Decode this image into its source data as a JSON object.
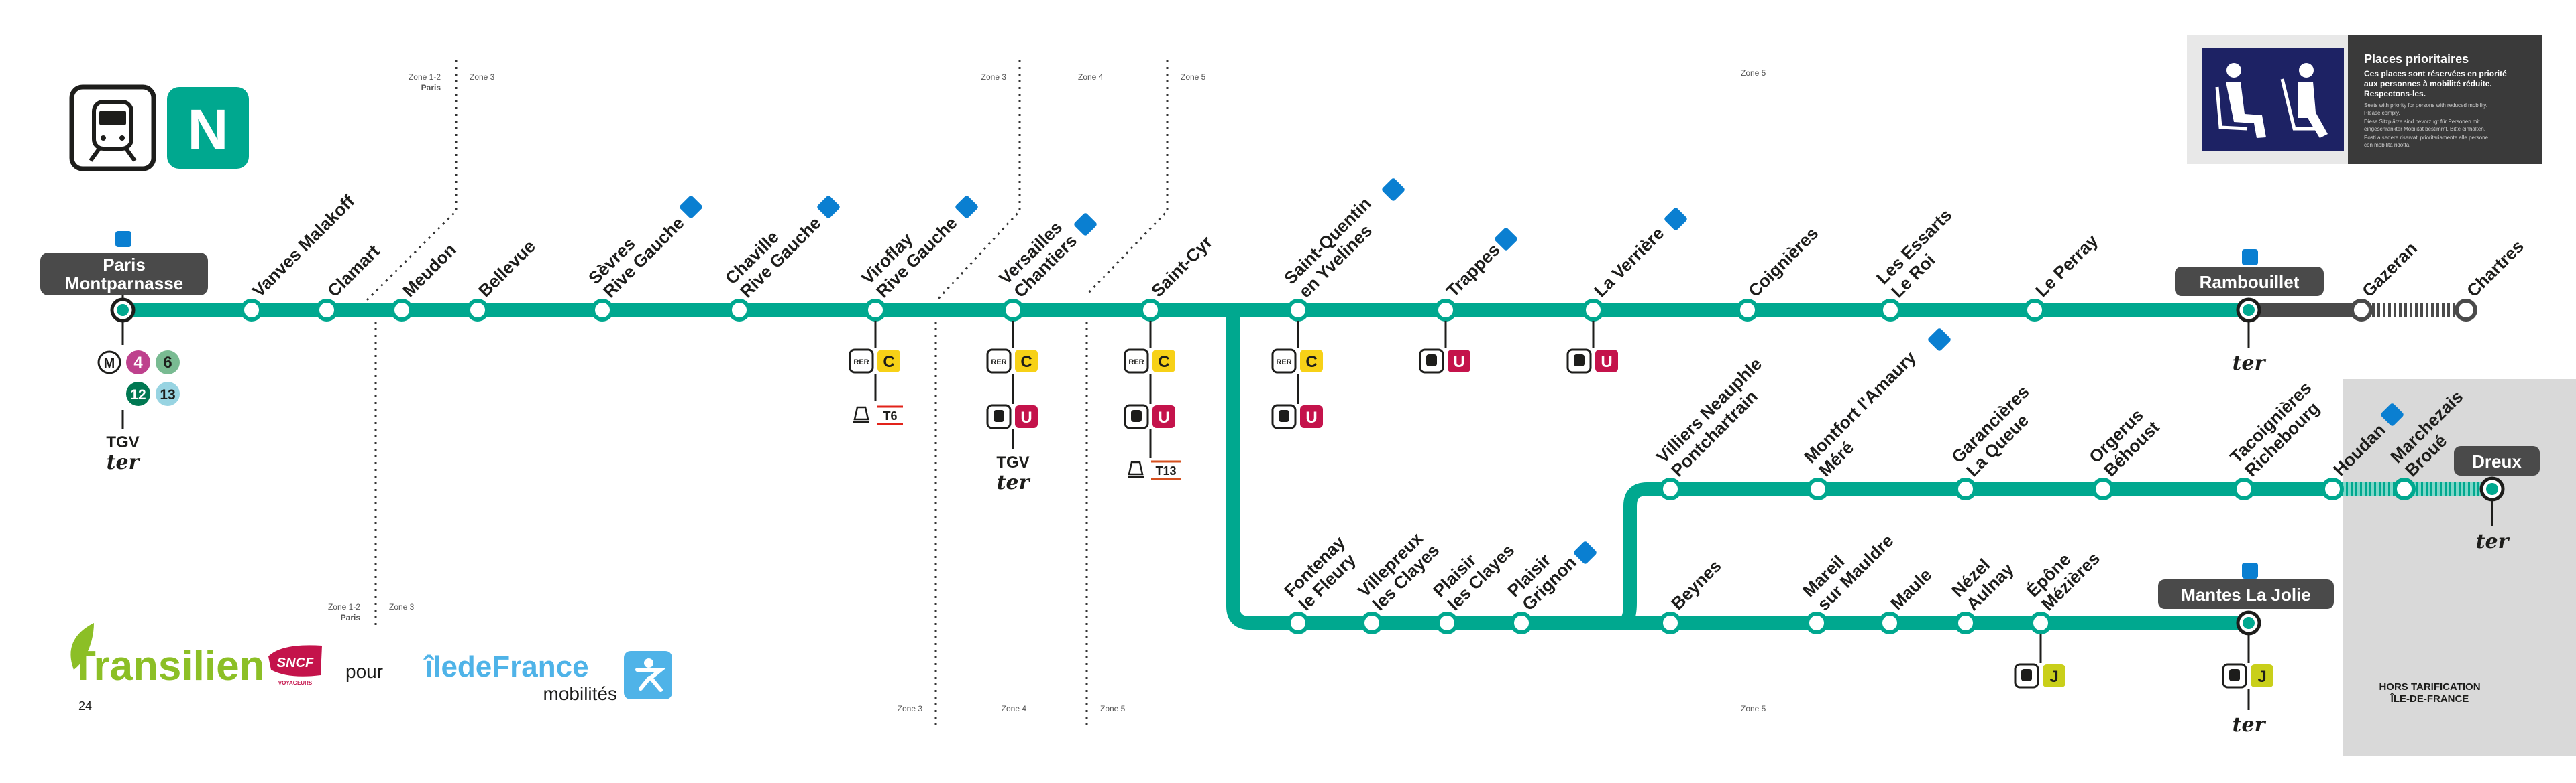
{
  "colors": {
    "line": "#00a88f",
    "station_fill": "#ffffff",
    "terminal_bg": "#4a4a4a",
    "rer_c": "#f7d117",
    "u": "#c4134b",
    "j": "#c9cf1a",
    "metro4": "#be418d",
    "metro6": "#79bb92",
    "metro12": "#007852",
    "metro13": "#98d4e2",
    "hors_zone": "#d9d9d9",
    "accessible": "#0a7fd1"
  },
  "header": {
    "line_letter": "N",
    "icon": "train-icon",
    "priority": {
      "title": "Places prioritaires",
      "line1": "Ces places sont réservées en priorité",
      "line2": "aux personnes à mobilité réduite.",
      "line3": "Respectons-les.",
      "fine1": "Seats with priority for persons with reduced mobility.",
      "fine2": "Please comply.",
      "fine3": "Diese Sitzplätze sind bevorzugt für Personen mit",
      "fine4": "eingeschränkter Mobilität bestimmt. Bitte einhalten.",
      "fine5": "Posti a sedere riservati prioritariamente alle persone",
      "fine6": "con mobilità ridotta."
    }
  },
  "zones": {
    "z12": "Zone 1-2",
    "paris": "Paris",
    "z3": "Zone 3",
    "z4": "Zone 4",
    "z5": "Zone 5"
  },
  "stations": {
    "montparnasse": "Paris Montparnasse",
    "montparnasse_l1": "Paris",
    "montparnasse_l2": "Montparnasse",
    "vanves": "Vanves Malakoff",
    "clamart": "Clamart",
    "meudon": "Meudon",
    "bellevue": "Bellevue",
    "sevres_l1": "Sèvres",
    "sevres_l2": "Rive Gauche",
    "chaville_l1": "Chaville",
    "chaville_l2": "Rive Gauche",
    "viroflay_l1": "Viroflay",
    "viroflay_l2": "Rive Gauche",
    "versailles_l1": "Versailles",
    "versailles_l2": "Chantiers",
    "saintcyr": "Saint-Cyr",
    "sqy_l1": "Saint-Quentin",
    "sqy_l2": "en Yvelines",
    "trappes": "Trappes",
    "laverriere": "La Verrière",
    "coignieres": "Coignières",
    "essarts_l1": "Les Essarts",
    "essarts_l2": "Le Roi",
    "perray": "Le Perray",
    "rambouillet": "Rambouillet",
    "gazeran": "Gazeran",
    "chartres": "Chartres",
    "fontenay_l1": "Fontenay",
    "fontenay_l2": "le Fleury",
    "villepreux_l1": "Villepreux",
    "villepreux_l2": "les Clayes",
    "plaisirclayes_l1": "Plaisir",
    "plaisirclayes_l2": "les Clayes",
    "plaisirgrignon_l1": "Plaisir",
    "plaisirgrignon_l2": "Grignon",
    "beynes": "Beynes",
    "mareil_l1": "Mareil",
    "mareil_l2": "sur Mauldre",
    "maule": "Maule",
    "nezel_l1": "Nézel",
    "nezel_l2": "Aulnay",
    "epone_l1": "Épône",
    "epone_l2": "Mézières",
    "mantes": "Mantes La Jolie",
    "villiers_l1": "Villiers Neauphle",
    "villiers_l2": "Pontchartrain",
    "montfort_l1": "Montfort l'Amaury",
    "montfort_l2": "Méré",
    "garancieres_l1": "Garancières",
    "garancieres_l2": "La Queue",
    "orgerus_l1": "Orgerus",
    "orgerus_l2": "Béhoust",
    "tacoignieres_l1": "Tacoignières",
    "tacoignieres_l2": "Richebourg",
    "houdan": "Houdan",
    "marchezais_l1": "Marchezais",
    "marchezais_l2": "Broué",
    "dreux": "Dreux"
  },
  "connections": {
    "metro": "M",
    "m4": "4",
    "m6": "6",
    "m12": "12",
    "m13": "13",
    "rer": "RER",
    "c": "C",
    "u": "U",
    "j": "J",
    "t6": "T6",
    "t13": "T13",
    "tgv": "TGV",
    "ter": "ter"
  },
  "hors_tarification": {
    "line1": "HORS TARIFICATION",
    "line2": "ÎLE-DE-FRANCE"
  },
  "footer": {
    "transilien": "Transilien",
    "sncf": "SNCF",
    "voyageurs": "VOYAGEURS",
    "pour": "pour",
    "idf1": "îledeFrance",
    "idf2": "mobilités",
    "page": "24"
  }
}
